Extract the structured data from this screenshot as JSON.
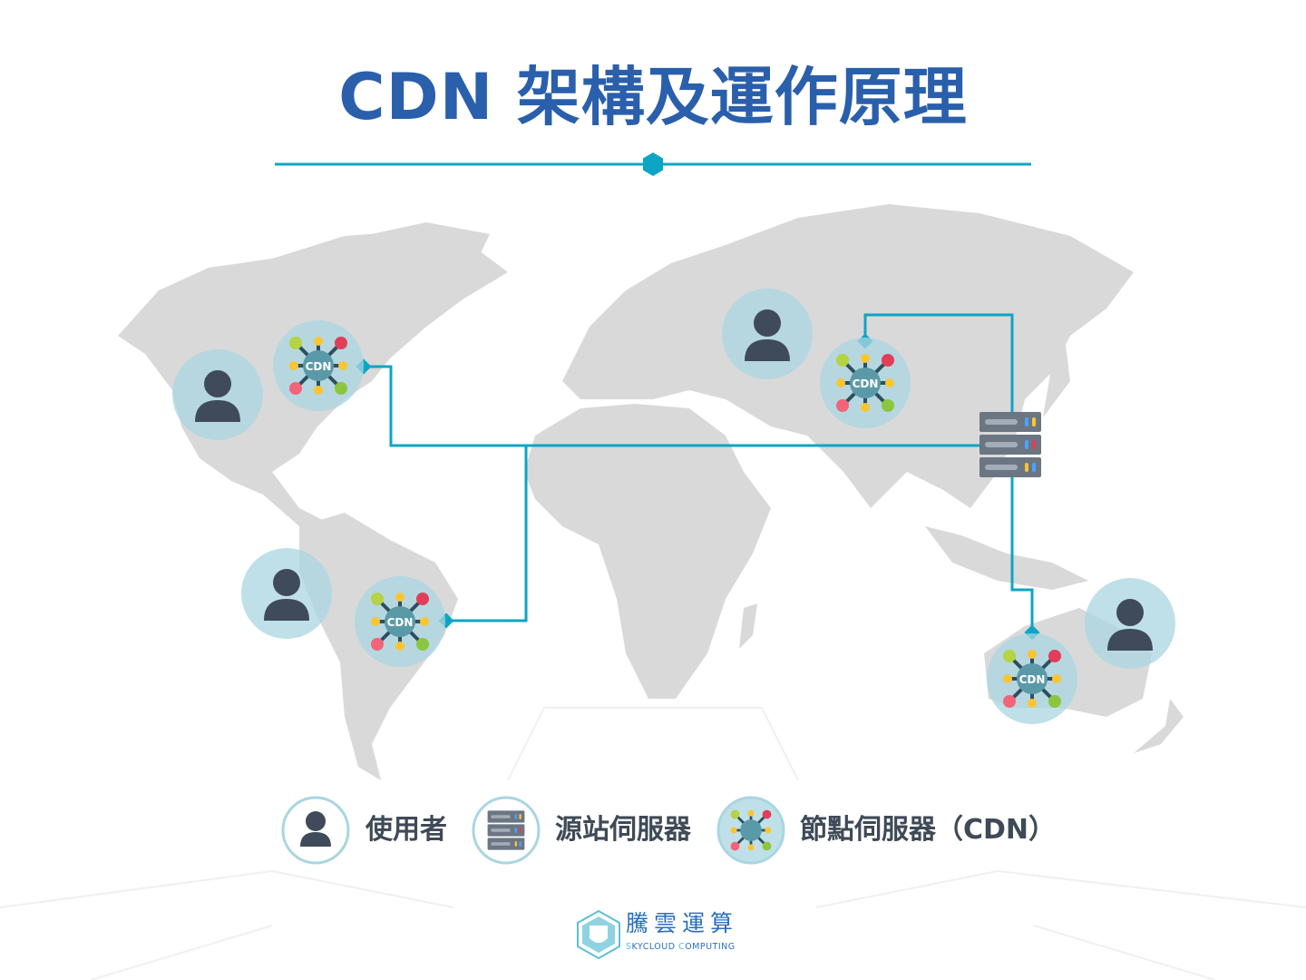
{
  "title": "CDN 架構及運作原理",
  "node_label": "CDN",
  "legend": [
    {
      "icon": "user-icon",
      "label": "使用者"
    },
    {
      "icon": "server-icon",
      "label": "源站伺服器"
    },
    {
      "icon": "cdn-node-icon",
      "label": "節點伺服器（CDN）"
    }
  ],
  "logo": {
    "name_cn": "騰雲運算",
    "name_en_first": "S",
    "name_en_1": "KYCLOUD ",
    "name_en_c": "C",
    "name_en_2": "OMPUTING"
  },
  "colors": {
    "title": "#2a5fac",
    "line": "#0ea5c4",
    "map": "#d9d9d9",
    "user_circle": "#a9d6e0",
    "user_icon": "#3f4a5a",
    "cdn_hub": "#5a9aa8",
    "server": "#6b7682"
  }
}
